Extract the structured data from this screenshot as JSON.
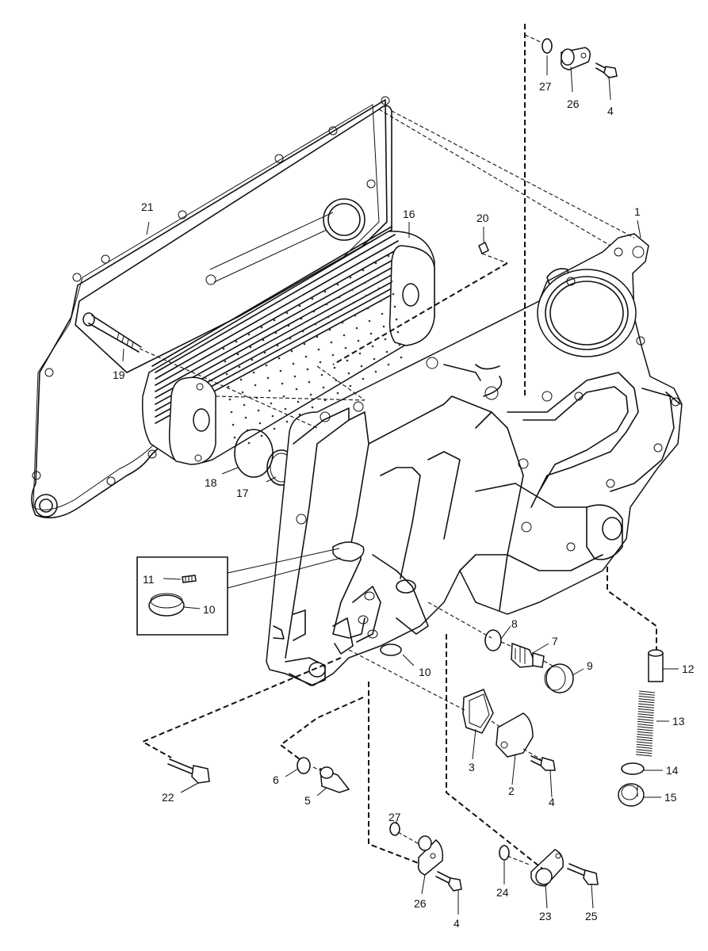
{
  "callouts": [
    {
      "text": "27"
    },
    {
      "text": "26"
    },
    {
      "text": "4"
    },
    {
      "text": "21"
    },
    {
      "text": "16"
    },
    {
      "text": "20"
    },
    {
      "text": "1"
    },
    {
      "text": "19"
    },
    {
      "text": "18"
    },
    {
      "text": "17"
    },
    {
      "text": "11"
    },
    {
      "text": "10"
    },
    {
      "text": "8"
    },
    {
      "text": "7"
    },
    {
      "text": "9"
    },
    {
      "text": "10"
    },
    {
      "text": "12"
    },
    {
      "text": "13"
    },
    {
      "text": "14"
    },
    {
      "text": "15"
    },
    {
      "text": "3"
    },
    {
      "text": "2"
    },
    {
      "text": "4"
    },
    {
      "text": "22"
    },
    {
      "text": "6"
    },
    {
      "text": "5"
    },
    {
      "text": "27"
    },
    {
      "text": "26"
    },
    {
      "text": "4"
    },
    {
      "text": "24"
    },
    {
      "text": "23"
    },
    {
      "text": "25"
    }
  ]
}
